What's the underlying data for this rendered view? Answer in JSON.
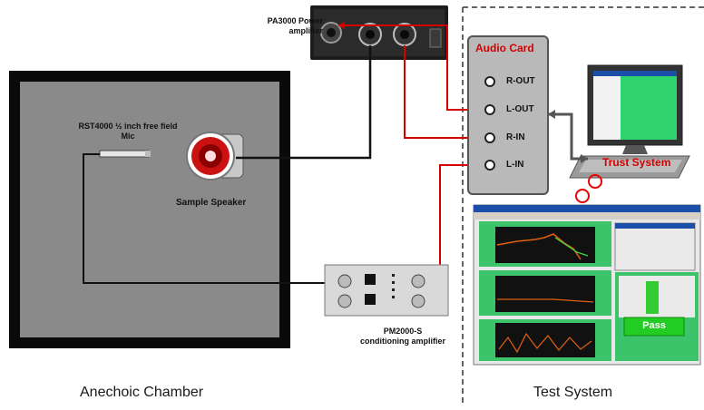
{
  "labels": {
    "power_amp": "PA3000 Power amplifier",
    "mic": "RST4000 ½ inch free field Mic",
    "speaker": "Sample Speaker",
    "cond_amp": "PM2000-S conditioning amplifier",
    "chamber": "Anechoic Chamber",
    "test_system": "Test System",
    "audio_card": "Audio Card",
    "trust_system": "Trust System",
    "pass": "Pass"
  },
  "ports": [
    "R-OUT",
    "L-OUT",
    "R-IN",
    "L-IN"
  ],
  "colors": {
    "signal_red": "#d40000",
    "cable_black": "#111111",
    "chamber_fill": "#8a8a8a",
    "chamber_border": "#0a0a0a",
    "audio_card_bg": "#b9b9b9",
    "pass_green": "#22cc22",
    "screen_green": "#33dd77"
  }
}
